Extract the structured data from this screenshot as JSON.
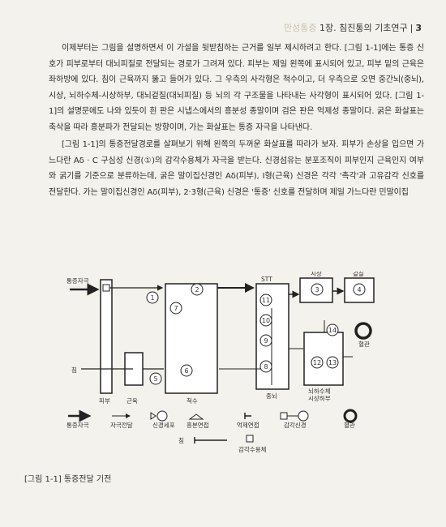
{
  "header": {
    "faded_text": "만성통증",
    "chapter": "1장. 침진통의 기초연구",
    "page_number": "3"
  },
  "paragraphs": [
    "이제부터는 그림을 설명하면서 이 가설을 뒷받침하는 근거를 일부 제시하려고 한다. [그림 1-1]에는 통증 신호가 피부로부터 대뇌피질로 전달되는 경로가 그려져 있다. 피부는 제일 왼쪽에 표시되어 있고, 피부 밑의 근육은 좌하방에 있다. 침이 근육까지 뚫고 들어가 있다. 그 우측의 사각형은 척수이고, 더 우측으로 오면 중간뇌(중뇌), 시상, 뇌하수체-시상하부, 대뇌겉질(대뇌피질) 등 뇌의 각 구조물을 나타내는 사각형이 표시되어 있다. [그림 1-1]의 설명문에도 나와 있듯이 흰 판은 시냅스에서의 흥분성 종말이며 검은 판은 억제성 종말이다. 굵은 화살표는 축삭을 따라 흥분파가 전달되는 방향이며, 가는 화살표는 통증 자극을 나타낸다.",
    "[그림 1-1]의 통증전달경로를 살펴보기 위해 왼쪽의 두꺼운 화살표를 따라가 보자. 피부가 손상을 입으면 가느다란 Aδ · C 구심성 신경(①)의 감각수용체가 자극을 받는다. 신경섬유는 분포조직이 피부인지 근육인지 여부와 굵기를 기준으로 분류하는데, 굵은 말이집신경인 Aδ(피부), I형(근육) 신경은 각각 '촉각'과 고유감각 신호를 전달한다. 가는 말이집신경인 Aδ(피부), 2·3형(근육) 신경은 '통증' 신호를 전달하며 제일 가느다란 민말이집"
  ],
  "figure": {
    "labels": {
      "pain_stimulus": "통증자극",
      "needle": "침",
      "skin": "피부",
      "muscle": "근육",
      "spinal_cord": "척수",
      "stt": "STT",
      "midbrain": "중뇌",
      "thalamus": "시상",
      "cortex": "겉질",
      "pituitary_hypothalamus_1": "뇌하수체",
      "pituitary_hypothalamus_2": "시상하부",
      "blood_vessel": "혈관"
    },
    "node_numbers": [
      "1",
      "2",
      "3",
      "4",
      "5",
      "6",
      "7",
      "8",
      "9",
      "10",
      "11",
      "12",
      "13",
      "14"
    ],
    "legend": {
      "pain_stimulus": "통증자극",
      "stimulus_transmission": "자극전달",
      "neuron": "신경세포",
      "excitatory_synapse": "흥분연접",
      "inhibitory_synapse": "억제연접",
      "sensory_nerve": "감각신경",
      "blood_vessel": "혈관",
      "needle": "침",
      "sensory_receptor": "감각수용체"
    }
  },
  "caption": "[그림 1-1] 통증전달 기전"
}
